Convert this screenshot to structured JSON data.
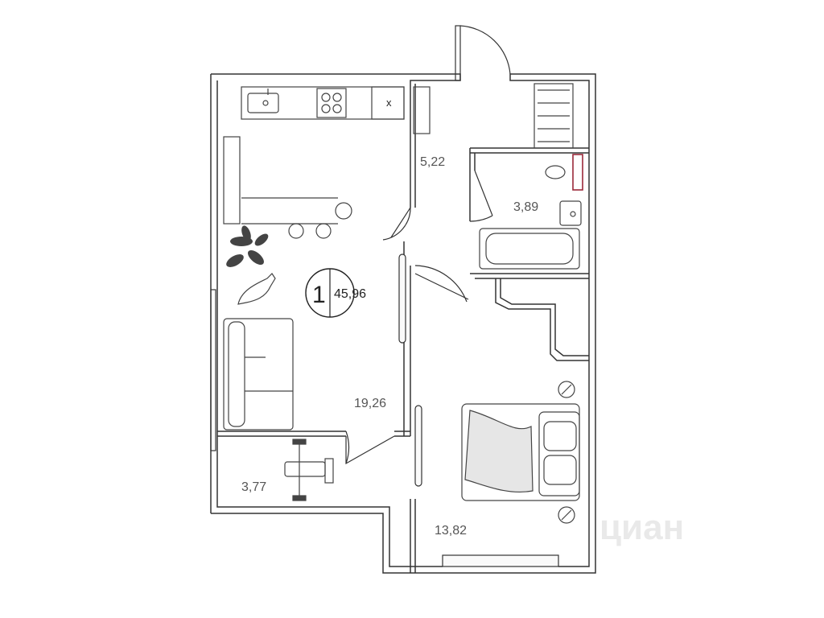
{
  "plan": {
    "rooms_count_label": "1",
    "total_area": "45,96",
    "room_areas": {
      "hallway": "5,22",
      "bathroom": "3,89",
      "living_kitchen": "19,26",
      "balcony": "3,77",
      "bedroom": "13,82"
    },
    "oven_label": "x",
    "watermark": "циан"
  },
  "colors": {
    "wall": "#333333",
    "furniture": "#555555",
    "accent_red": "#9b2a3a"
  }
}
